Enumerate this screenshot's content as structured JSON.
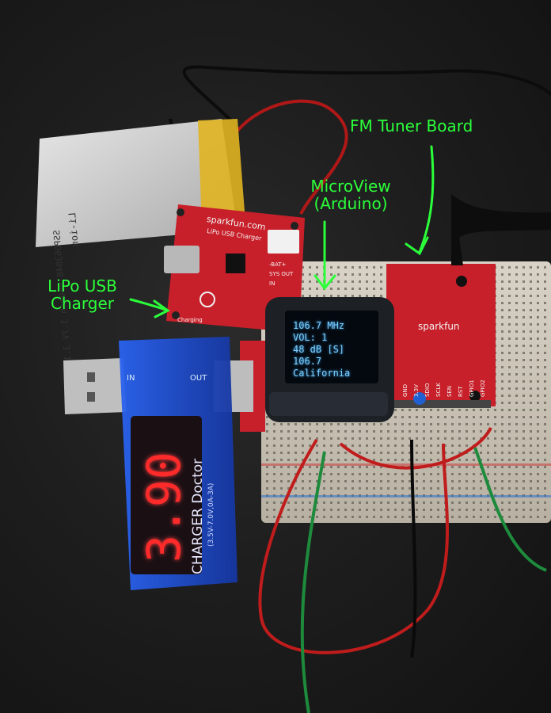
{
  "annotations": {
    "fm_tuner": "FM Tuner Board",
    "microview_line1": "MicroView",
    "microview_line2": "(Arduino)",
    "lipo_line1": "LiPo USB",
    "lipo_line2": "Charger"
  },
  "oled": {
    "lines": [
      "106.7 MHz",
      "VOL: 1",
      "48 dB [S]",
      "106.7",
      "California"
    ]
  },
  "usb_meter": {
    "brand": "CHARGER Doctor",
    "spec": "(3.5V-7.0V,0A-3A)",
    "display": "3.90",
    "in_label": "IN",
    "out_label": "OUT"
  },
  "battery": {
    "text_line1": "Li-ion",
    "text_line2": "SSP063048 850mAh 3.7V 3.1Wh"
  },
  "charger_board": {
    "brand": "sparkfun.com",
    "title": "LiPo USB Charger",
    "label_charging": "Charging",
    "pin_labels": [
      "-BAT+",
      "SYS OUT",
      "IN"
    ]
  },
  "tuner_board": {
    "brand": "sparkfun",
    "pin_labels": [
      "GND",
      "3.3V",
      "SDIO",
      "SCLK",
      "SEN",
      "RST",
      "GPIO1",
      "GPIO2"
    ]
  },
  "colors": {
    "annotation": "#2bff3a",
    "oled_text": "#7fd2ff",
    "pcb_red": "#c8202a",
    "meter_blue": "#1b48c8",
    "led_red": "#ff2a2a"
  }
}
